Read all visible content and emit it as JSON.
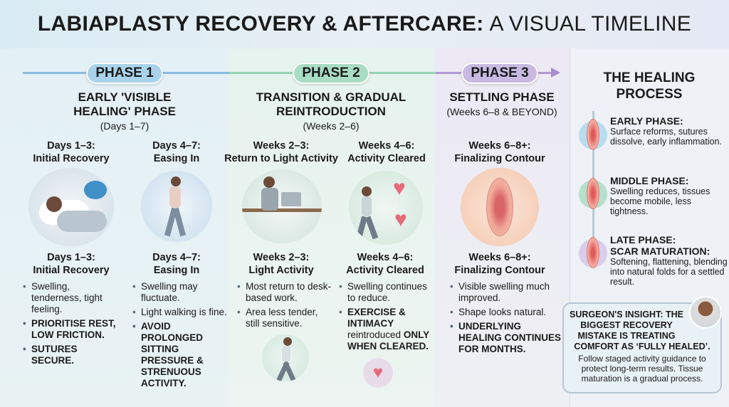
{
  "title": {
    "bold": "LABIAPLASTY RECOVERY & AFTERCARE:",
    "light": "A VISUAL TIMELINE"
  },
  "colors": {
    "phase1": "#a9d3ea",
    "phase2": "#a8dcc4",
    "phase3": "#c9b9e2",
    "line1": "#7fb0db",
    "line2": "#8fd1ad",
    "line3": "#a78ccf"
  },
  "phases": [
    {
      "pill": "PHASE 1",
      "title": "EARLY 'VISIBLE HEALING' PHASE",
      "range": "(Days 1–7)",
      "stages": [
        {
          "label": "Days 1–3:",
          "name": "Initial Recovery",
          "icon": "resting-woman-ice-pack-illustration",
          "detail_label": "Days 1–3:",
          "detail_name": "Initial Recovery",
          "bullets": [
            {
              "text": "Swelling, tenderness, tight feeling.",
              "bold": false
            },
            {
              "text": "PRIORITISE REST, LOW FRICTION.",
              "bold": true
            },
            {
              "text": "SUTURES SECURE.",
              "bold": true
            }
          ]
        },
        {
          "label": "Days 4–7:",
          "name": "Easing In",
          "icon": "walking-woman-illustration",
          "detail_label": "Days 4–7:",
          "detail_name": "Easing In",
          "bullets": [
            {
              "text": "Swelling may fluctuate.",
              "bold": false
            },
            {
              "text": "Light walking is fine.",
              "bold": false
            },
            {
              "text": "AVOID PROLONGED SITTING PRESSURE & STRENUOUS ACTIVITY.",
              "bold": true
            }
          ]
        }
      ]
    },
    {
      "pill": "PHASE 2",
      "title": "TRANSITION & GRADUAL REINTRODUCTION",
      "range": "(Weeks 2–6)",
      "stages": [
        {
          "label": "Weeks 2–3:",
          "name": "Return to Light Activity",
          "icon": "desk-work-illustration",
          "detail_label": "Weeks 2–3:",
          "detail_name": "Light Activity",
          "bullets": [
            {
              "text": "Most return to desk-based work.",
              "bold": false
            },
            {
              "text": "Area less tender, still sensitive.",
              "bold": false
            }
          ]
        },
        {
          "label": "Weeks 4–6:",
          "name": "Activity Cleared",
          "icon": "stretching-woman-hearts-illustration",
          "detail_label": "Weeks 4–6:",
          "detail_name": "Activity Cleared",
          "bullets": [
            {
              "text": "Swelling continues to reduce.",
              "bold": false
            },
            {
              "text": "EXERCISE & INTIMACY",
              "bold": true,
              "rest": "reintroduced",
              "tail": "ONLY WHEN CLEARED."
            }
          ]
        }
      ]
    },
    {
      "pill": "PHASE 3",
      "title": "SETTLING PHASE",
      "range": "(Weeks 6–8 & BEYOND)",
      "stages": [
        {
          "label": "Weeks 6–8+:",
          "name": "Finalizing Contour",
          "icon": "anatomy-contour-illustration",
          "detail_label": "Weeks 6–8+:",
          "detail_name": "Finalizing Contour",
          "bullets": [
            {
              "text": "Visible swelling much improved.",
              "bold": false
            },
            {
              "text": "Shape looks natural.",
              "bold": false
            },
            {
              "text": "UNDERLYING HEALING CONTINUES FOR MONTHS.",
              "bold": true
            }
          ]
        }
      ]
    }
  ],
  "healing": {
    "title": "THE HEALING PROCESS",
    "items": [
      {
        "heading": "EARLY PHASE:",
        "text": "Surface reforms, sutures dissolve, early inflammation.",
        "color": "#b9dcef"
      },
      {
        "heading": "MIDDLE PHASE:",
        "text": "Swelling reduces, tissues become mobile, less tightness.",
        "color": "#b6e0cb"
      },
      {
        "heading": "LATE PHASE:",
        "subheading": "SCAR MATURATION:",
        "text": "Softening, flattening, blending into natural folds for a settled result.",
        "color": "#d8cdea"
      }
    ]
  },
  "insight": {
    "heading": "SURGEON'S INSIGHT: THE BIGGEST RECOVERY MISTAKE IS TREATING COMFORT AS ‘FULLY HEALED’.",
    "text": "Follow staged activity guidance to protect long-term results. Tissue maturation is a gradual process."
  }
}
